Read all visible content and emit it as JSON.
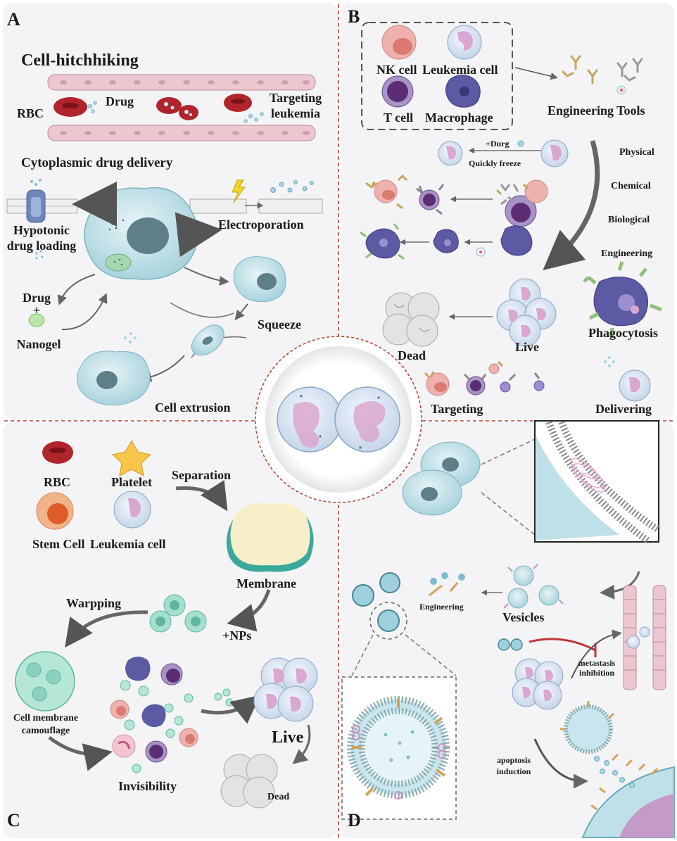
{
  "panels": {
    "A": {
      "letter": "A",
      "title": "Cell-hitchhiking",
      "rbc": "RBC",
      "drug": "Drug",
      "targeting_1": "Targeting",
      "targeting_2": "leukemia",
      "subtitle": "Cytoplasmic drug delivery",
      "hypotonic_1": "Hypotonic",
      "hypotonic_2": "drug loading",
      "electroporation": "Electroporation",
      "drug_plus_1": "Drug",
      "plus": "+",
      "nanogel": "Nanogel",
      "squeeze": "Squeeze",
      "extrusion": "Cell extrusion"
    },
    "B": {
      "letter": "B",
      "nk": "NK cell",
      "leukemia": "Leukemia cell",
      "tcell": "T cell",
      "macrophage": "Macrophage",
      "tools": "Engineering Tools",
      "durg": "+Durg",
      "freeze": "Quickly freeze",
      "physical": "Physical",
      "chemical": "Chemical",
      "biological": "Biological",
      "engineering": "Engineering",
      "phagocytosis": "Phagocytosis",
      "dead": "Dead",
      "live": "Live",
      "targeting": "Targeting",
      "delivering": "Delivering"
    },
    "C": {
      "letter": "C",
      "rbc": "RBC",
      "platelet": "Platelet",
      "stem": "Stem Cell",
      "leukemia": "Leukemia cell",
      "separation": "Separation",
      "membrane": "Membrane",
      "warpping": "Warpping",
      "nps": "+NPs",
      "camo_1": "Cell membrane",
      "camo_2": "camouflage",
      "invisibility": "Invisibility",
      "live": "Live",
      "dead": "Dead"
    },
    "D": {
      "letter": "D",
      "engineering": "Engineering",
      "vesicles": "Vesicles",
      "metastasis_1": "metastasis",
      "metastasis_2": "inhibition",
      "apoptosis_1": "apoptosis",
      "apoptosis_2": "induction"
    }
  },
  "colors": {
    "divider": "#b5452f",
    "panel_bg": "#f4f4f6",
    "cell_blue": "#bfe0e8",
    "nucleus": "#5e7f88",
    "rbc": "#b0252c",
    "pink_cell": "#efb1ad",
    "t_cell": "#6c4c8f",
    "macrophage": "#5b5aa3",
    "membrane_green": "#3aa89c",
    "membrane_cream": "#f6efc9",
    "vessel_pink": "#ecc7cf",
    "dead_grey": "#e3e3e3",
    "arrow_grey": "#666666"
  }
}
